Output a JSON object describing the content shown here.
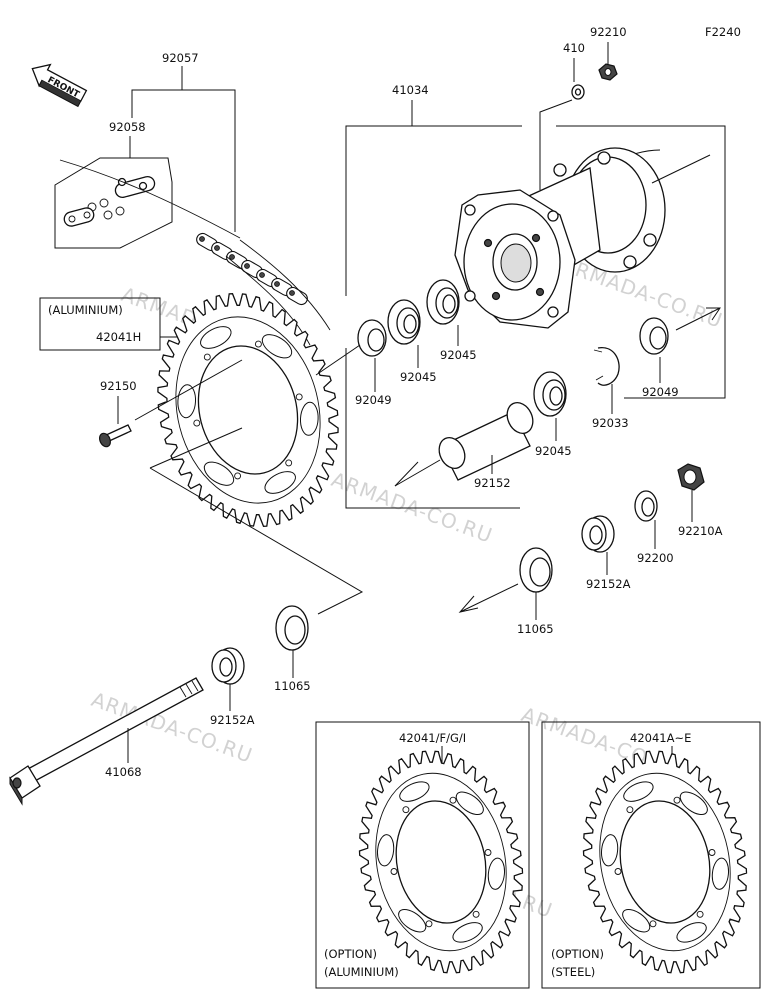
{
  "figure_code": "F2240",
  "front_label": "FRONT",
  "watermarks": [
    "ARMADA-CO.RU",
    "ARMADA-CO.RU",
    "ARMADA-CO.RU",
    "ARMADA-CO.RU",
    "ARMADA-CO.RU",
    "ARMADA-CO.RU"
  ],
  "labels": {
    "p92057": "92057",
    "p92058": "92058",
    "p410": "410",
    "p92210": "92210",
    "p41034": "41034",
    "aluminium_box": "(ALUMINIUM)",
    "p42041H": "42041H",
    "p92150": "92150",
    "p92049_left": "92049",
    "p92045_a": "92045",
    "p92045_b": "92045",
    "p92045_c": "92045",
    "p92049_right": "92049",
    "p92033": "92033",
    "p92152": "92152",
    "p92210A": "92210A",
    "p92200": "92200",
    "p92152A_right": "92152A",
    "p11065_right": "11065",
    "p11065_left": "11065",
    "p92152A_left": "92152A",
    "p41068": "41068"
  },
  "option_boxes": [
    {
      "part": "42041/F/G/I",
      "line1": "(OPTION)",
      "line2": "(ALUMINIUM)"
    },
    {
      "part": "42041A~E",
      "line1": "(OPTION)",
      "line2": "(STEEL)"
    }
  ]
}
